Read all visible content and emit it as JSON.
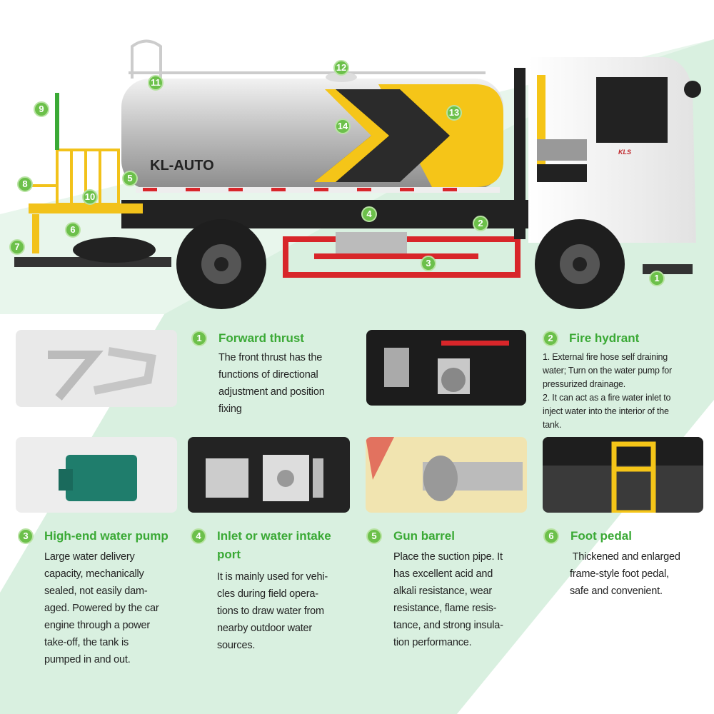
{
  "truck": {
    "brand": "KL-AUTO",
    "cab_badge": "KLS",
    "callouts": [
      "1",
      "2",
      "3",
      "4",
      "5",
      "6",
      "7",
      "8",
      "9",
      "10",
      "11",
      "12",
      "13",
      "14"
    ]
  },
  "features": [
    {
      "num": "1",
      "title": "Forward thrust",
      "lines": [
        "The front thrust has the",
        "functions of directional",
        "adjustment and position",
        "fixing"
      ]
    },
    {
      "num": "2",
      "title": "Fire hydrant",
      "lines": [
        "1. External fire hose self draining",
        "water; Turn on the water pump for",
        "pressurized drainage.",
        "2. It can act as a fire water inlet to",
        "inject water into the interior of the",
        "tank."
      ]
    },
    {
      "num": "3",
      "title": "High-end water pump",
      "lines": [
        "Large water delivery",
        "capacity, mechanically",
        "sealed, not easily dam-",
        "aged. Powered by the car",
        "engine through a power",
        "take-off, the tank is",
        "pumped in and out."
      ]
    },
    {
      "num": "4",
      "title_lines": [
        "Inlet or water intake",
        "port"
      ],
      "lines": [
        "It is mainly used for vehi-",
        "cles during field opera-",
        "tions to draw water from",
        "nearby outdoor water",
        "sources."
      ]
    },
    {
      "num": "5",
      "title": "Gun barrel",
      "lines": [
        "Place the suction pipe. It",
        "has excellent acid and",
        "alkali resistance, wear",
        "resistance, flame resis-",
        "tance, and strong insula-",
        "tion performance."
      ]
    },
    {
      "num": "6",
      "title": "Foot pedal",
      "lines": [
        " Thickened and enlarged",
        "frame-style foot pedal,",
        "safe and convenient."
      ]
    }
  ],
  "colors": {
    "accent": "#3aa935",
    "badge": "#6cc04a",
    "band": "#d9f0e0",
    "tank_yellow": "#f5c518"
  }
}
